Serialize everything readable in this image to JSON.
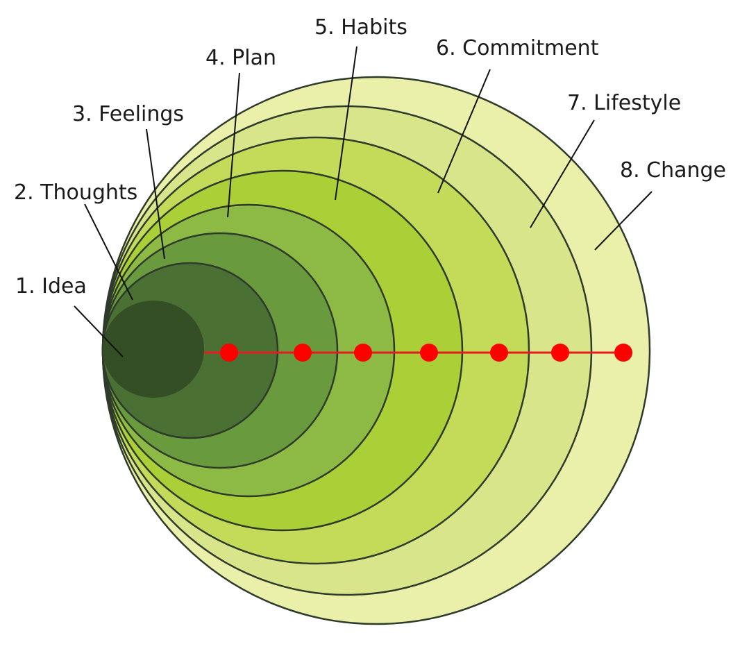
{
  "stages": [
    {
      "label": "1. Idea",
      "fill": "#344e26"
    },
    {
      "label": "2. Thoughts",
      "fill": "#4a7033"
    },
    {
      "label": "3. Feelings",
      "fill": "#6a9a3e"
    },
    {
      "label": "4. Plan",
      "fill": "#8cba44"
    },
    {
      "label": "5. Habits",
      "fill": "#abcf37"
    },
    {
      "label": "6. Commitment",
      "fill": "#c4db5a"
    },
    {
      "label": "7. Lifestyle",
      "fill": "#d9e58a"
    },
    {
      "label": "8. Change",
      "fill": "#eaefa9"
    }
  ],
  "progress": {
    "line_color": "#e11d1d",
    "dot_color": "#ff0000"
  }
}
